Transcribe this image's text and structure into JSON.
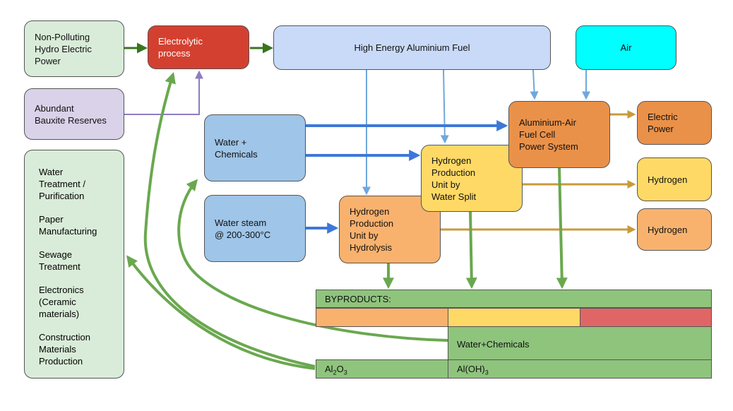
{
  "nodes": {
    "hydro": "Non-Polluting\nHydro Electric\nPower",
    "bauxite": "Abundant\nBauxite Reserves",
    "electrolytic": "Electrolytic\nprocess",
    "fuel": "High Energy Aluminium Fuel",
    "air": "Air",
    "water_chem": "Water +\nChemicals",
    "water_steam": "Water steam\n@ 200-300°C",
    "hydrolysis": "Hydrogen\nProduction\nUnit by\nHydrolysis",
    "split": "Hydrogen\nProduction\nUnit by\nWater Split",
    "fuelcell": "Aluminium-Air\nFuel Cell\nPower System",
    "electric": "Electric\nPower",
    "hydrogen1": "Hydrogen",
    "hydrogen2": "Hydrogen"
  },
  "uses": [
    "Water\nTreatment /\nPurification",
    "Paper\nManufacturing",
    "Sewage\nTreatment",
    "Electronics\n(Ceramic\nmaterials)",
    "Construction\nMaterials\nProduction"
  ],
  "byproducts": {
    "header": "BYPRODUCTS:",
    "water_chem": "Water+Chemicals",
    "al2o3": {
      "base1": "Al",
      "sub1": "2",
      "base2": "O",
      "sub2": "3"
    },
    "aloh3": {
      "base": "Al(OH)",
      "sub": "3"
    }
  },
  "colors": {
    "green_box": "#d9ecd9",
    "purple_box": "#d9d2e9",
    "red_box": "#d44030",
    "blue_box": "#c9daf8",
    "cyan_box": "#00ffff",
    "water_box": "#9fc5e8",
    "orange_box": "#ea9149",
    "light_orange": "#f9b26e",
    "yellow_box": "#ffd966",
    "byproduct_green": "#8fc47d",
    "bar_red": "#e06666",
    "arrow_green": "#6aa84f",
    "arrow_dark_green": "#38761d",
    "arrow_blue": "#3d78d8",
    "arrow_light_blue": "#6fa8dc",
    "arrow_purple": "#8e7cc3",
    "arrow_gold": "#c99a3a"
  }
}
